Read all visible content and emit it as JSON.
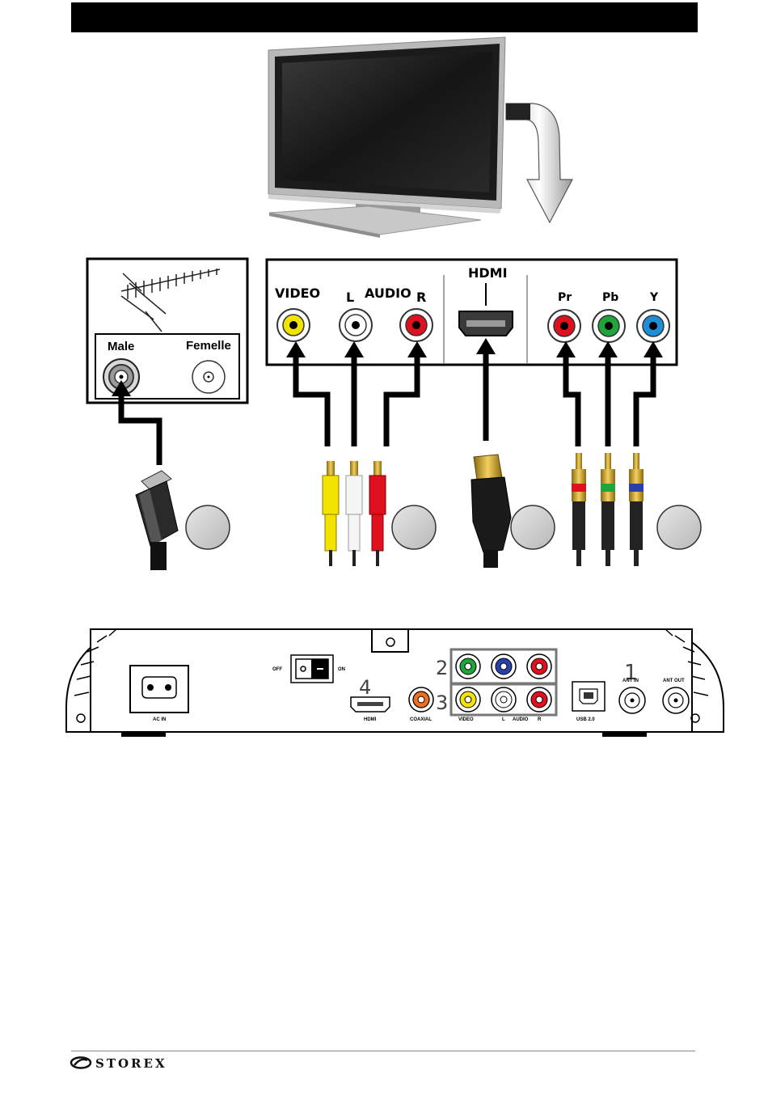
{
  "tv_panel": {
    "video": "VIDEO",
    "left": "L",
    "audio": "AUDIO",
    "right": "R",
    "hdmi": "HDMI",
    "pr": "Pr",
    "pb": "Pb",
    "y": "Y"
  },
  "antenna_box": {
    "male": "Male",
    "female": "Femelle"
  },
  "rear_panel": {
    "off": "OFF",
    "on": "ON",
    "ac_in": "AC IN",
    "hdmi": "HDMI",
    "coaxial": "COAXIAL",
    "video": "VIDEO",
    "left": "L",
    "audio": "AUDIO",
    "right": "R",
    "usb": "USB 2.0",
    "ant_in": "ANT IN",
    "ant_out": "ANT OUT",
    "num1": "1",
    "num2": "2",
    "num3": "3",
    "num4": "4"
  },
  "footer": {
    "brand": "STOREX"
  },
  "colors": {
    "yellow": "#f2e300",
    "white": "#ffffff",
    "red": "#e0101e",
    "green": "#1fa53a",
    "blue": "#1d8fd8",
    "navy": "#2a3fa8",
    "orange": "#f07020",
    "gray_circle": "#cfcfcf"
  }
}
